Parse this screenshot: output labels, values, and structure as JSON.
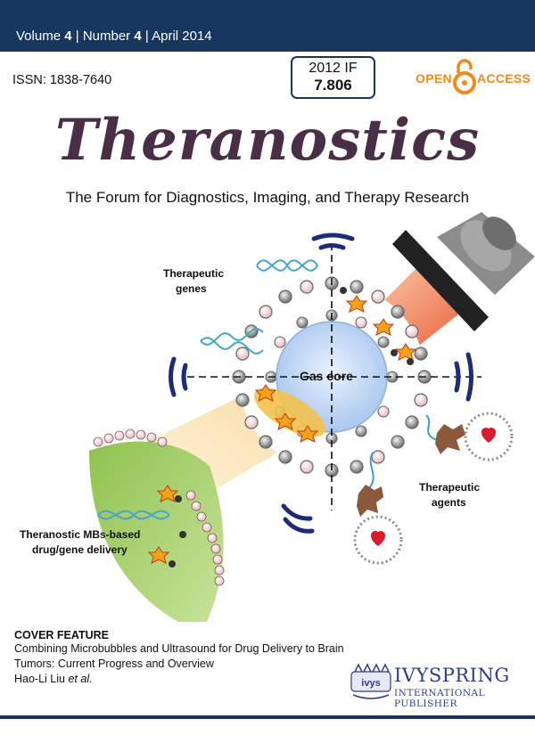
{
  "header": {
    "volume_label": "Volume",
    "volume": "4",
    "number_label": "Number",
    "number": "4",
    "date": "April 2014",
    "separator": "|"
  },
  "issn": "ISSN: 1838-7640",
  "impact_factor": {
    "label": "2012 IF",
    "value": "7.806"
  },
  "open_access": {
    "word1": "OPEN",
    "word2": "ACCESS"
  },
  "journal": {
    "title": "Theranostics",
    "subtitle": "The Forum for Diagnostics, Imaging, and Therapy Research"
  },
  "cover_art": {
    "labels": {
      "therapeutic_genes": [
        "Therapeutic",
        "genes"
      ],
      "gas_core": "Gas core",
      "therapeutic_agents": [
        "Therapeutic",
        "agents"
      ],
      "delivery": [
        "Theranostic MBs-based",
        "drug/gene delivery"
      ]
    }
  },
  "cover_feature": {
    "heading": "COVER FEATURE",
    "title_lines": [
      "Combining Microbubbles and Ultrasound for Drug Delivery to Brain",
      "Tumors: Current Progress and Overview"
    ],
    "authors": "Hao-Li Liu",
    "etal": "et al."
  },
  "publisher": {
    "name": "IVYSPRING",
    "subtitle": "INTERNATIONAL PUBLISHER",
    "logo_text": "ivys"
  },
  "colors": {
    "navy": "#17375e",
    "title_purple": "#4a2e45",
    "oa_orange": "#f08a1c",
    "publisher_blue": "#2f3c8e"
  }
}
